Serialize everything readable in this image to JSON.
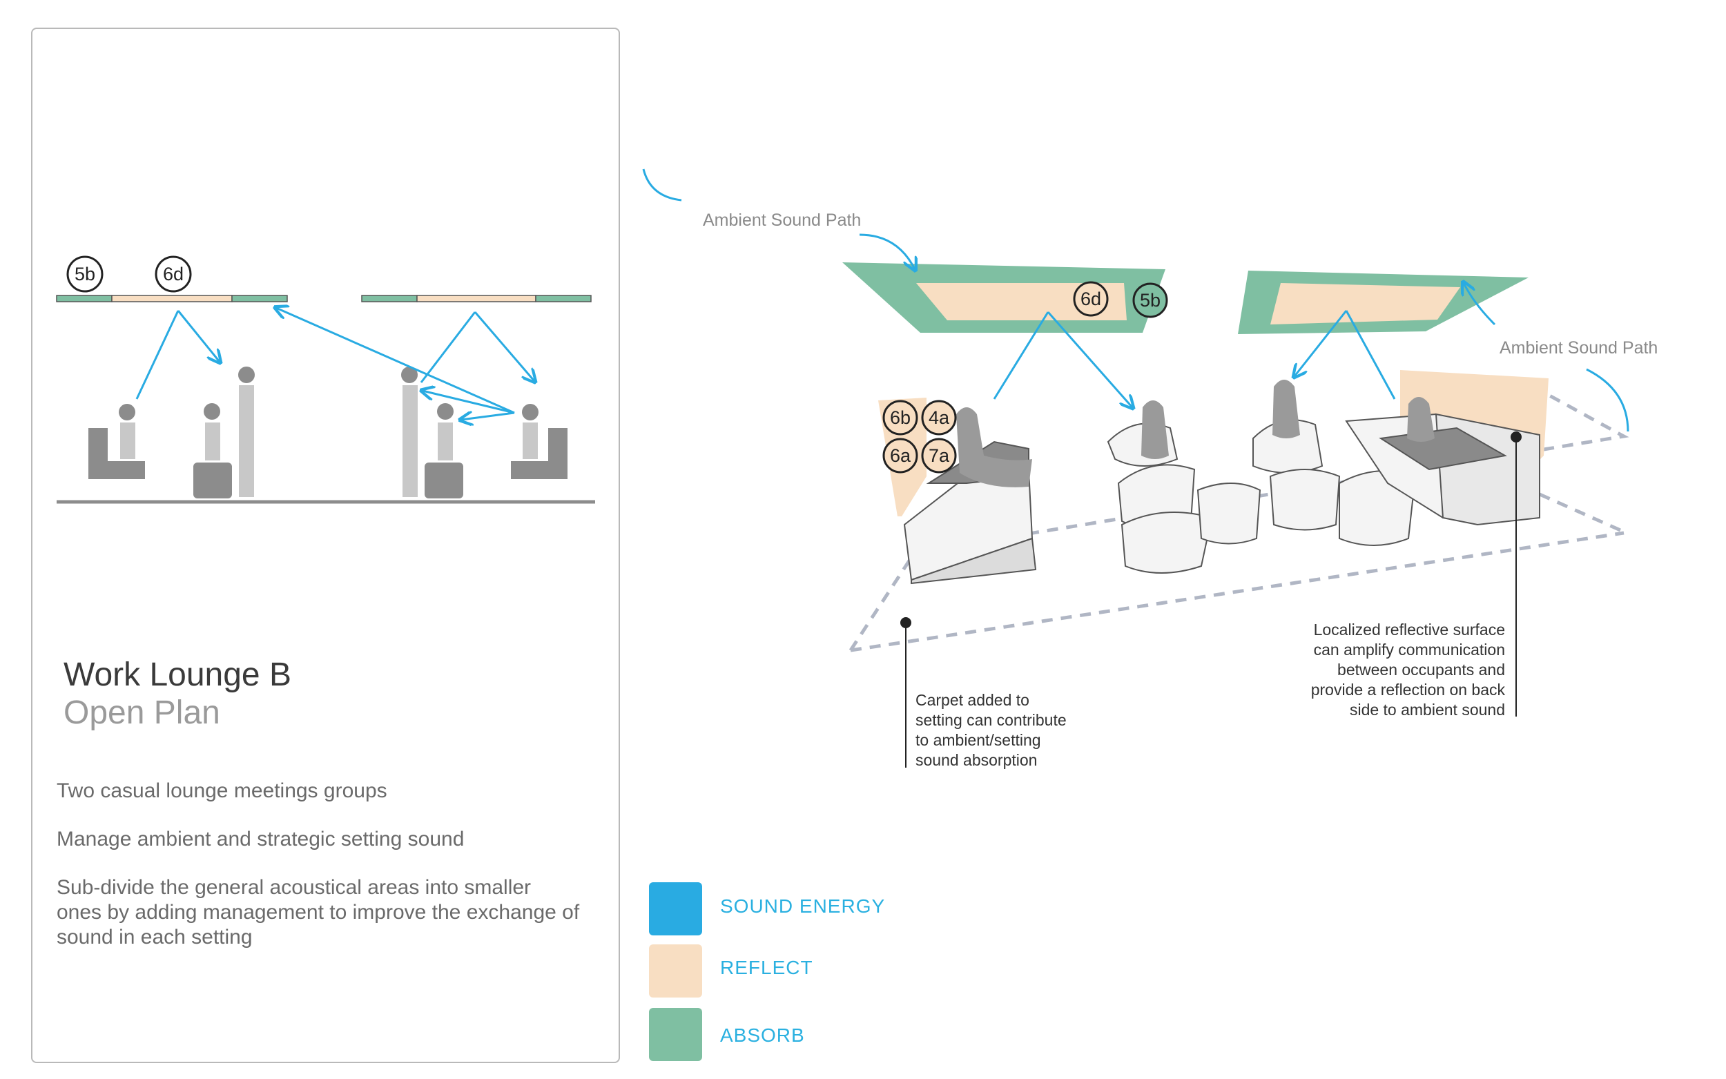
{
  "panel": {
    "title": "Work Lounge B",
    "subtitle": "Open Plan",
    "desc1": "Two casual lounge meetings groups",
    "desc2": "Manage ambient and strategic setting sound",
    "desc3": "Sub-divide the general acoustical areas into smaller ones by adding management to improve the exchange of sound in each setting"
  },
  "section_tags": {
    "t5b": "5b",
    "t6d": "6d"
  },
  "iso_tags": {
    "t6d": "6d",
    "t5b": "5b",
    "t6b": "6b",
    "t4a": "4a",
    "t6a": "6a",
    "t7a": "7a"
  },
  "labels": {
    "ambient_left": "Ambient Sound Path",
    "ambient_right": "Ambient Sound Path",
    "note_carpet": "Carpet added to\nsetting can contribute\nto ambient/setting\nsound absorption",
    "note_reflective": "Localized reflective surface\ncan amplify communication\nbetween occupants and\nprovide a reflection on back\nside to ambient sound"
  },
  "legend": [
    {
      "label": "SOUND ENERGY",
      "color": "#29abe2"
    },
    {
      "label": "REFLECT",
      "color": "#f8dec2"
    },
    {
      "label": "ABSORB",
      "color": "#7fbfa2"
    }
  ],
  "colors": {
    "sound": "#29abe2",
    "reflect": "#f8dec2",
    "absorb": "#7fbfa2",
    "furniture": "#8c8c8c",
    "figure": "#c8c8c8"
  }
}
